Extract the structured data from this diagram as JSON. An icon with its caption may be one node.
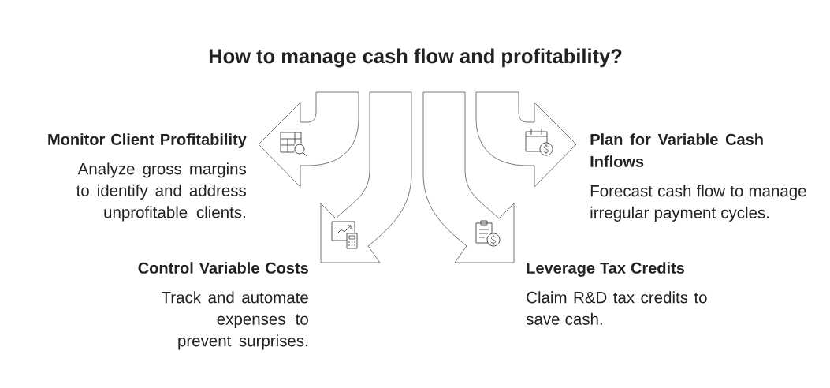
{
  "diagram": {
    "title": "How to manage cash flow and profitability?",
    "nodes": [
      {
        "text": [
          "Monitor Client Profitability",
          "Analyze gross margins to identify and address unprofitable clients."
        ]
      },
      {
        "text": [
          "Control Variable Costs",
          "Track and automate expenses to prevent surprises."
        ]
      },
      {
        "text": [
          "Plan for Variable Cash Inflows",
          "Forecast cash flow to manage irregular payment cycles."
        ]
      },
      {
        "text": [
          "Leverage Tax Credits",
          "Claim R&D tax credits to save cash."
        ]
      }
    ]
  }
}
